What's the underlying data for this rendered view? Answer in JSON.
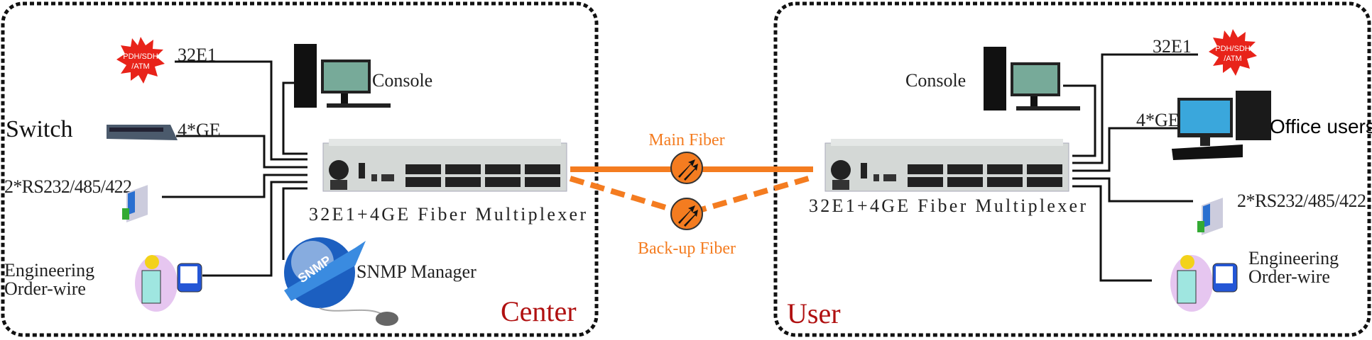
{
  "center": {
    "region_label": "Center",
    "pdh_badge": [
      "PDH/SDH",
      "/ATM"
    ],
    "e1_label": "32E1",
    "console_label": "Console",
    "switch_label": "Switch",
    "ge_label": "4*GE",
    "serial_label": "2*RS232/485/422",
    "orderwire_label": [
      "Engineering",
      "Order-wire"
    ],
    "snmp_label": "SNMP Manager",
    "snmp_globe_text": "SNMP",
    "mux_label": "32E1+4GE Fiber  Multiplexer"
  },
  "link": {
    "main_label": "Main Fiber",
    "backup_label": "Back-up Fiber",
    "color": "#f47c20"
  },
  "user": {
    "region_label": "User",
    "pdh_badge": [
      "PDH/SDH",
      "/ATM"
    ],
    "e1_label": "32E1",
    "console_label": "Console",
    "ge_label": "4*GE",
    "office_label": "Office users",
    "serial_label": "2*RS232/485/422",
    "orderwire_label": [
      "Engineering",
      "Order-wire"
    ],
    "mux_label": "32E1+4GE Fiber  Multiplexer"
  },
  "colors": {
    "region_label": "#b01010",
    "badge": "#e8231a",
    "border": "#111111"
  }
}
